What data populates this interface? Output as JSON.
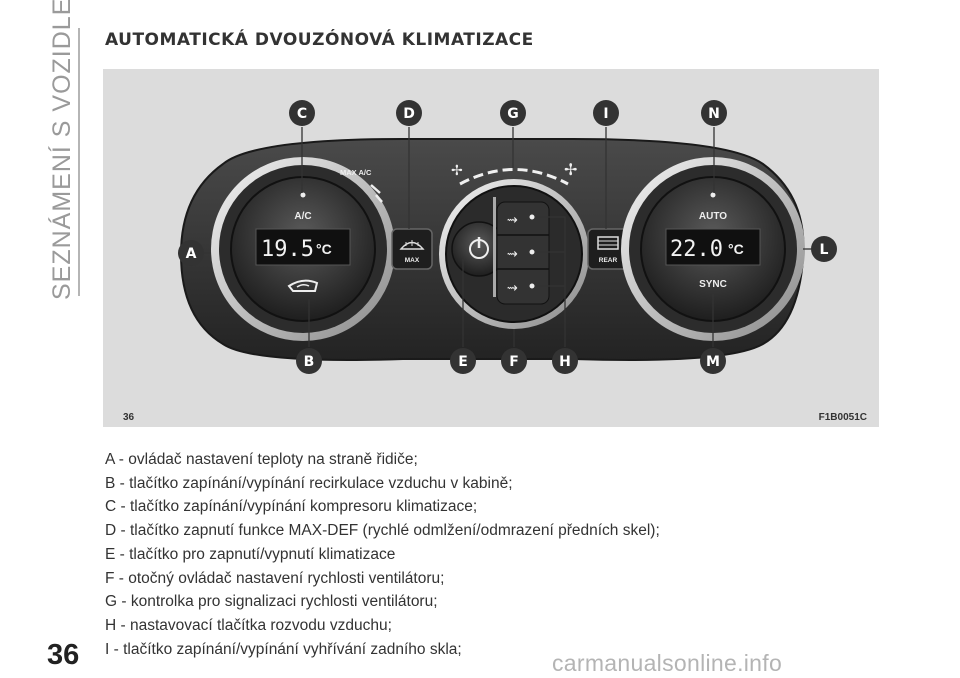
{
  "sidebar_title": "SEZNÁMENÍ S VOZIDLEM",
  "section_title": "AUTOMATICKÁ DVOUZÓNOVÁ KLIMATIZACE",
  "figure": {
    "number": "36",
    "code": "F1B0051C",
    "callouts": [
      "A",
      "B",
      "C",
      "D",
      "E",
      "F",
      "G",
      "H",
      "I",
      "L",
      "M",
      "N"
    ],
    "left_display": "19.5°C",
    "right_display": "22.0°C",
    "left_temp": "19.5",
    "right_temp": "22.0",
    "unit": "°C",
    "labels": {
      "ac": "A/C",
      "max_ac": "MAX A/C",
      "max": "MAX",
      "rear": "REAR",
      "auto": "AUTO",
      "sync": "SYNC"
    }
  },
  "legend": [
    "A - ovládač nastavení teploty na straně řidiče;",
    "B - tlačítko zapínání/vypínání recirkulace vzduchu v kabině;",
    "C - tlačítko zapínání/vypínání kompresoru klimatizace;",
    "D - tlačítko zapnutí funkce MAX-DEF (rychlé odmlžení/odmrazení předních skel);",
    "E - tlačítko pro zapnutí/vypnutí klimatizace",
    "F - otočný ovládač nastavení rychlosti ventilátoru;",
    "G - kontrolka pro signalizaci rychlosti ventilátoru;",
    "H - nastavovací tlačítka rozvodu vzduchu;",
    "I - tlačítko zapínání/vypínání vyhřívání zadního skla;"
  ],
  "page_number": "36",
  "watermark": "carmanualsonline.info",
  "colors": {
    "figure_bg": "#dcdcdc",
    "panel": "#3a3a3a",
    "callout": "#333333",
    "sidebar": "#9a9a9a"
  }
}
